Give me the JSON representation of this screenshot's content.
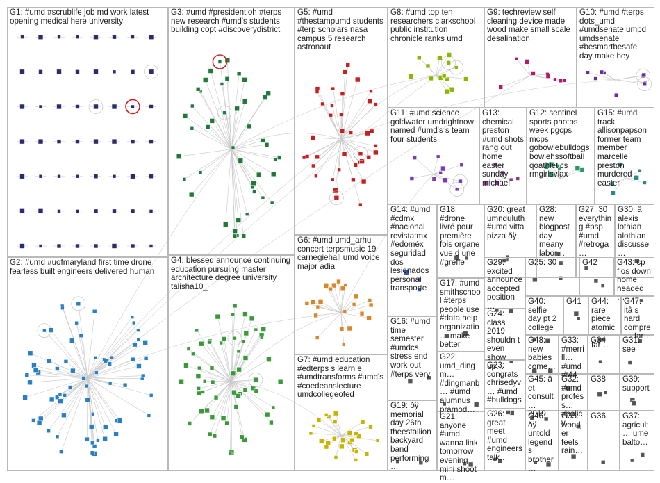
{
  "groups": [
    {
      "id": "G1",
      "label": "G1: #umd #scrublife job md work latest opening medical here university",
      "color": "#2b2b6e"
    },
    {
      "id": "G2",
      "label": "G2: #umd #uofmaryland first time drone fearless built engineers delivered human",
      "color": "#2a7fc1"
    },
    {
      "id": "G3",
      "label": "G3: #umd #presidentloh #terps new research #umd's students building copt #discoverydistrict",
      "color": "#1f7a3a"
    },
    {
      "id": "G4",
      "label": "G4: blessed announce continuing education pursuing master architecture degree university talisha10_",
      "color": "#3a9a3a"
    },
    {
      "id": "G5",
      "label": "G5: #umd #thestampumd students #terp scholars nasa campus 5 research astronaut",
      "color": "#c42020"
    },
    {
      "id": "G6",
      "label": "G6: #umd umd_arhu concert terpsmusic 19 carnegiehall umd voice major adia",
      "color": "#d9862a"
    },
    {
      "id": "G7",
      "label": "G7: #umd education #edterps s learn e #umdtransforms #umd's #coedeanslecture umdcollegeofed",
      "color": "#c8b400"
    },
    {
      "id": "G8",
      "label": "G8: #umd top ten researchers clarkschool public institution chronicle ranks umd",
      "color": "#8ab800"
    },
    {
      "id": "G9",
      "label": "G9: techreview self cleaning device made wood make small scale desalination",
      "color": "#b01a6a"
    },
    {
      "id": "G10",
      "label": "G10: #umd #terps dots_umd #umdsenate umpd umdsenate #besmartbesafe day make hey",
      "color": "#6a2a9a"
    },
    {
      "id": "G11",
      "label": "G11: #umd science goldwater umdrightnow named #umd's s team four students",
      "color": "#7a3ab0"
    },
    {
      "id": "G12",
      "label": "G12: sentinel sports photos week pgcps mcps gobowiebulldogs bowiehssoftball qoathletics rmgirlsvlax",
      "color": "#2a9a6a"
    },
    {
      "id": "G13",
      "label": "G13: chemical preston #umd shots rang out home easter sunday michael",
      "color": "#8a3a8a"
    },
    {
      "id": "G14",
      "label": "G14: #umd #cdmx #nacional revistatmx #edoméx seguridad dos lesionados personal transporte",
      "color": "#3a5ab0"
    },
    {
      "id": "G15",
      "label": "G15: #umd track allisonpapson former team member marcelle preston murdered easter",
      "color": "#2a8a8a"
    },
    {
      "id": "G16",
      "label": "G16: #umd time semester #umdcs stress end work out #terps very",
      "color": "#555555"
    },
    {
      "id": "G17",
      "label": "G17: #umd smithschool #terps people use #data help organizatio… make better",
      "color": "#555555"
    },
    {
      "id": "G18",
      "label": "G18: #drone livré pour première fois organe vue d une #greffe",
      "color": "#555555"
    },
    {
      "id": "G19",
      "label": "G19: ðÿ memorial day 26th theestallion backyard band performing…",
      "color": "#555555"
    },
    {
      "id": "G20",
      "label": "G20: great umnduluth #umd vitta pizza ðÿ",
      "color": "#555555"
    },
    {
      "id": "G21",
      "label": "G21: anyone #umd wanna link tomorrow evening mini shoot m…",
      "color": "#555555"
    },
    {
      "id": "G22",
      "label": "G22: umd_dingm… #dingmanb… #umd alumnus pramod…",
      "color": "#555555"
    },
    {
      "id": "G23",
      "label": "G23: congrats chrisedyv… #umd #bulldogs…",
      "color": "#555555"
    },
    {
      "id": "G24",
      "label": "G24: class 2019 shouldn t even show up…",
      "color": "#555555"
    },
    {
      "id": "G25",
      "label": "G25: 30",
      "color": "#555555"
    },
    {
      "id": "G26",
      "label": "G26: great meet #umd engineers talk…",
      "color": "#555555"
    },
    {
      "id": "G27",
      "label": "G27: 30 everything #psp #umd #retroga…",
      "color": "#555555"
    },
    {
      "id": "G28",
      "label": "G28: new blogpost day meany labor…",
      "color": "#555555"
    },
    {
      "id": "G29",
      "label": "G29: excited announce accepted position…",
      "color": "#555555"
    },
    {
      "id": "G30",
      "label": "G30: â alexis lothian alothian discusse…",
      "color": "#555555"
    },
    {
      "id": "G31",
      "label": "G31: see",
      "color": "#555555"
    },
    {
      "id": "G32",
      "label": "G32: #umd profess… #policy…",
      "color": "#555555"
    },
    {
      "id": "G33",
      "label": "G33: #merrill… #umd #t44…",
      "color": "#555555"
    },
    {
      "id": "G34",
      "label": "G34",
      "color": "#555555"
    },
    {
      "id": "G35",
      "label": "G35: wonder feels rain…",
      "color": "#555555"
    },
    {
      "id": "G36",
      "label": "G36",
      "color": "#555555"
    },
    {
      "id": "G37",
      "label": "G37: agricult… ume balto…",
      "color": "#555555"
    },
    {
      "id": "G38",
      "label": "G38",
      "color": "#555555"
    },
    {
      "id": "G39",
      "label": "G39: support",
      "color": "#555555"
    },
    {
      "id": "G40",
      "label": "G40: selfie day pt 2 college…",
      "color": "#555555"
    },
    {
      "id": "G41",
      "label": "G41",
      "color": "#555555"
    },
    {
      "id": "G42",
      "label": "G42",
      "color": "#555555"
    },
    {
      "id": "G43",
      "label": "G43: cp fios down home headed…",
      "color": "#555555"
    },
    {
      "id": "G44",
      "label": "G44: rare piece atomic… far…",
      "color": "#555555"
    },
    {
      "id": "G45",
      "label": "G45: â et consult… 2019",
      "color": "#555555"
    },
    {
      "id": "G46",
      "label": "G46: ðÿ untold legends brother…",
      "color": "#555555"
    },
    {
      "id": "G47",
      "label": "G47: itâ s hard compre… far…",
      "color": "#555555"
    },
    {
      "id": "G48",
      "label": "G48: new babies come…",
      "color": "#555555"
    }
  ]
}
